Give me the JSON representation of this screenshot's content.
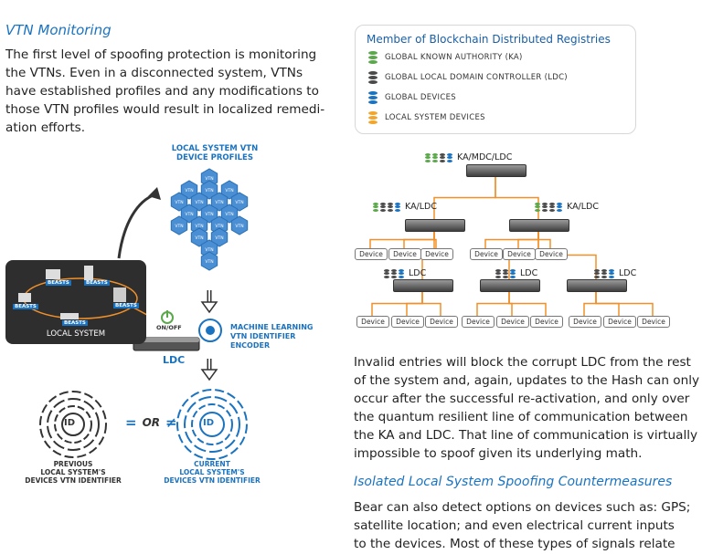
{
  "left": {
    "heading": "VTN Monitoring",
    "paragraph_lines": [
      "The first level of spoofing protection is monitoring",
      "the VTNs.  Even in a disconnected system, VTNs",
      "have established profiles and any modifications to",
      "those VTN profiles would result in localized remedi-",
      "ation efforts."
    ],
    "profiles_label_line1": "LOCAL SYSTEM VTN",
    "profiles_label_line2": "DEVICE PROFILES",
    "vtn_hex_label": "VTN",
    "vtn_hex_count": 19,
    "local_system": {
      "title": "LOCAL SYSTEM",
      "device_tag": "BEASTS"
    },
    "onoff_label": "ON/OFF",
    "ldc_label": "LDC",
    "ml_label_lines": [
      "MACHINE LEARNING",
      "VTN IDENTIFIER",
      "ENCODER"
    ],
    "compare_equal": "=",
    "compare_or": "OR",
    "compare_notequal": "≠",
    "id_badge_text": "ID",
    "previous_label_lines": [
      "PREVIOUS",
      "LOCAL SYSTEM'S",
      "DEVICES VTN IDENTIFIER"
    ],
    "current_label_lines": [
      "CURRENT",
      "LOCAL SYSTEM'S",
      "DEVICES VTN IDENTIFIER"
    ]
  },
  "legend": {
    "title": "Member of Blockchain Distributed Registries",
    "items": [
      {
        "label": "GLOBAL KNOWN AUTHORITY (KA)",
        "color": "#5aa84a"
      },
      {
        "label": "GLOBAL LOCAL DOMAIN CONTROLLER (LDC)",
        "color": "#4a4a4a"
      },
      {
        "label": "GLOBAL DEVICES",
        "color": "#1a73c1"
      },
      {
        "label": "LOCAL SYSTEM DEVICES",
        "color": "#f3a42a"
      }
    ]
  },
  "network": {
    "top_node": "KA/MDC/LDC",
    "mid_nodes": [
      "KA/LDC",
      "KA/LDC"
    ],
    "ldc_nodes": [
      "LDC",
      "LDC",
      "LDC"
    ],
    "device_label": "Device",
    "line_color": "#f0902a"
  },
  "right": {
    "paragraph1_lines": [
      "Invalid entries will block the corrupt LDC from the rest",
      "of the system and, again, updates to the Hash can only",
      "occur after the successful re-activation, and only over",
      "the quantum resilient line of communication between",
      "the KA and LDC.  That line of communication is virtually",
      "impossible to spoof given its underlying math."
    ],
    "heading2": "Isolated Local System Spoofing Countermeasures",
    "paragraph2_lines": [
      "Bear can also detect options on devices such as: GPS;",
      "satellite location; and even electrical current inputs",
      "to the devices. Most of these types of signals relate"
    ]
  },
  "colors": {
    "accent_blue": "#1a73c1",
    "orange": "#f0902a",
    "green": "#5aa84a",
    "dark": "#2e2e2e"
  }
}
